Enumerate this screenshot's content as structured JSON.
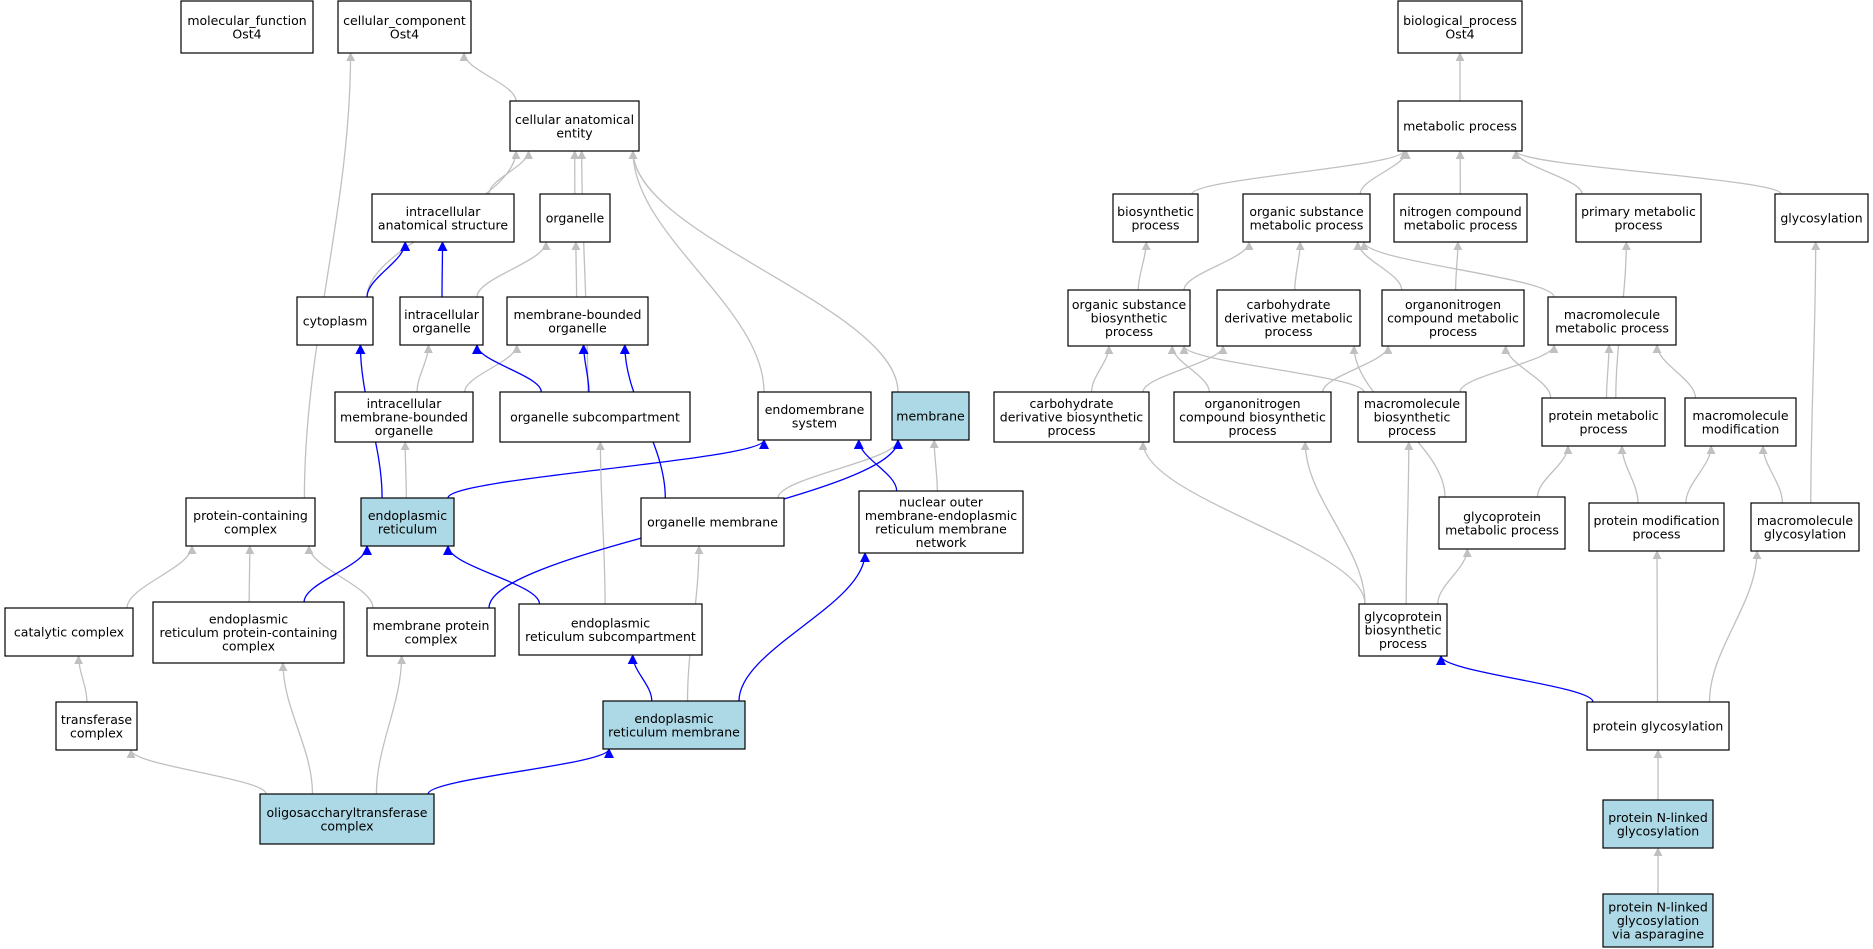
{
  "colors": {
    "highlight_fill": "#add8e6",
    "plain_fill": "#ffffff",
    "gray_edge": "#c0c0c0",
    "blue_edge": "#0000ff",
    "border": "#000000"
  },
  "nodes": {
    "mf": {
      "lines": [
        "molecular_function",
        "Ost4"
      ],
      "highlight": false
    },
    "cc": {
      "lines": [
        "cellular_component",
        "Ost4"
      ],
      "highlight": false
    },
    "bp": {
      "lines": [
        "biological_process",
        "Ost4"
      ],
      "highlight": false
    },
    "cae": {
      "lines": [
        "cellular anatomical",
        "entity"
      ],
      "highlight": false
    },
    "ias": {
      "lines": [
        "intracellular",
        "anatomical structure"
      ],
      "highlight": false
    },
    "organelle": {
      "lines": [
        "organelle"
      ],
      "highlight": false
    },
    "cytoplasm": {
      "lines": [
        "cytoplasm"
      ],
      "highlight": false
    },
    "io": {
      "lines": [
        "intracellular",
        "organelle"
      ],
      "highlight": false
    },
    "mbo": {
      "lines": [
        "membrane-bounded",
        "organelle"
      ],
      "highlight": false
    },
    "imbo": {
      "lines": [
        "intracellular",
        "membrane-bounded",
        "organelle"
      ],
      "highlight": false
    },
    "osc": {
      "lines": [
        "organelle subcompartment"
      ],
      "highlight": false
    },
    "ems": {
      "lines": [
        "endomembrane",
        "system"
      ],
      "highlight": false
    },
    "membrane": {
      "lines": [
        "membrane"
      ],
      "highlight": true
    },
    "pcc": {
      "lines": [
        "protein-containing",
        "complex"
      ],
      "highlight": false
    },
    "er": {
      "lines": [
        "endoplasmic",
        "reticulum"
      ],
      "highlight": true
    },
    "om": {
      "lines": [
        "organelle membrane"
      ],
      "highlight": false
    },
    "nom": {
      "lines": [
        "nuclear outer",
        "membrane-endoplasmic",
        "reticulum membrane",
        "network"
      ],
      "highlight": false
    },
    "cat": {
      "lines": [
        "catalytic complex"
      ],
      "highlight": false
    },
    "erpcc": {
      "lines": [
        "endoplasmic",
        "reticulum protein-containing",
        "complex"
      ],
      "highlight": false
    },
    "mpc": {
      "lines": [
        "membrane protein",
        "complex"
      ],
      "highlight": false
    },
    "ersc": {
      "lines": [
        "endoplasmic",
        "reticulum subcompartment"
      ],
      "highlight": false
    },
    "tc": {
      "lines": [
        "transferase",
        "complex"
      ],
      "highlight": false
    },
    "erm": {
      "lines": [
        "endoplasmic",
        "reticulum membrane"
      ],
      "highlight": true
    },
    "ost": {
      "lines": [
        "oligosaccharyltransferase",
        "complex"
      ],
      "highlight": true
    },
    "mp": {
      "lines": [
        "metabolic process"
      ],
      "highlight": false
    },
    "bsp": {
      "lines": [
        "biosynthetic",
        "process"
      ],
      "highlight": false
    },
    "osmp": {
      "lines": [
        "organic substance",
        "metabolic process"
      ],
      "highlight": false
    },
    "ncmp": {
      "lines": [
        "nitrogen compound",
        "metabolic process"
      ],
      "highlight": false
    },
    "pmp": {
      "lines": [
        "primary metabolic",
        "process"
      ],
      "highlight": false
    },
    "glyc": {
      "lines": [
        "glycosylation"
      ],
      "highlight": false
    },
    "osbp": {
      "lines": [
        "organic substance",
        "biosynthetic",
        "process"
      ],
      "highlight": false
    },
    "cdmp": {
      "lines": [
        "carbohydrate",
        "derivative metabolic",
        "process"
      ],
      "highlight": false
    },
    "oncmp": {
      "lines": [
        "organonitrogen",
        "compound metabolic",
        "process"
      ],
      "highlight": false
    },
    "mmp": {
      "lines": [
        "macromolecule",
        "metabolic process"
      ],
      "highlight": false
    },
    "cdbp": {
      "lines": [
        "carbohydrate",
        "derivative biosynthetic",
        "process"
      ],
      "highlight": false
    },
    "oncbp": {
      "lines": [
        "organonitrogen",
        "compound biosynthetic",
        "process"
      ],
      "highlight": false
    },
    "mbp": {
      "lines": [
        "macromolecule",
        "biosynthetic",
        "process"
      ],
      "highlight": false
    },
    "prmp": {
      "lines": [
        "protein metabolic",
        "process"
      ],
      "highlight": false
    },
    "mm": {
      "lines": [
        "macromolecule",
        "modification"
      ],
      "highlight": false
    },
    "gmp": {
      "lines": [
        "glycoprotein",
        "metabolic process"
      ],
      "highlight": false
    },
    "pmod": {
      "lines": [
        "protein modification",
        "process"
      ],
      "highlight": false
    },
    "mglyc": {
      "lines": [
        "macromolecule",
        "glycosylation"
      ],
      "highlight": false
    },
    "gbp": {
      "lines": [
        "glycoprotein",
        "biosynthetic",
        "process"
      ],
      "highlight": false
    },
    "pg": {
      "lines": [
        "protein glycosylation"
      ],
      "highlight": false
    },
    "png": {
      "lines": [
        "protein N-linked",
        "glycosylation"
      ],
      "highlight": true
    },
    "pnga": {
      "lines": [
        "protein N-linked",
        "glycosylation",
        "via asparagine"
      ],
      "highlight": true
    }
  },
  "edges": [
    {
      "from": "cae",
      "to": "cc",
      "kind": "is_a"
    },
    {
      "from": "pcc",
      "to": "cc",
      "kind": "is_a"
    },
    {
      "from": "ias",
      "to": "cae",
      "kind": "is_a"
    },
    {
      "from": "organelle",
      "to": "cae",
      "kind": "is_a"
    },
    {
      "from": "cytoplasm",
      "to": "cae",
      "kind": "is_a"
    },
    {
      "from": "osc",
      "to": "cae",
      "kind": "is_a"
    },
    {
      "from": "ems",
      "to": "cae",
      "kind": "is_a"
    },
    {
      "from": "membrane",
      "to": "cae",
      "kind": "is_a"
    },
    {
      "from": "cytoplasm",
      "to": "ias",
      "kind": "part_of"
    },
    {
      "from": "io",
      "to": "ias",
      "kind": "part_of"
    },
    {
      "from": "io",
      "to": "organelle",
      "kind": "is_a"
    },
    {
      "from": "mbo",
      "to": "organelle",
      "kind": "is_a"
    },
    {
      "from": "imbo",
      "to": "io",
      "kind": "is_a"
    },
    {
      "from": "imbo",
      "to": "mbo",
      "kind": "is_a"
    },
    {
      "from": "osc",
      "to": "io",
      "kind": "part_of"
    },
    {
      "from": "osc",
      "to": "mbo",
      "kind": "part_of"
    },
    {
      "from": "om",
      "to": "mbo",
      "kind": "part_of"
    },
    {
      "from": "er",
      "to": "cytoplasm",
      "kind": "part_of"
    },
    {
      "from": "er",
      "to": "imbo",
      "kind": "is_a"
    },
    {
      "from": "er",
      "to": "ems",
      "kind": "part_of"
    },
    {
      "from": "om",
      "to": "membrane",
      "kind": "is_a"
    },
    {
      "from": "nom",
      "to": "membrane",
      "kind": "is_a"
    },
    {
      "from": "nom",
      "to": "ems",
      "kind": "part_of"
    },
    {
      "from": "cat",
      "to": "pcc",
      "kind": "is_a"
    },
    {
      "from": "erpcc",
      "to": "pcc",
      "kind": "is_a"
    },
    {
      "from": "mpc",
      "to": "pcc",
      "kind": "is_a"
    },
    {
      "from": "erpcc",
      "to": "er",
      "kind": "part_of"
    },
    {
      "from": "ersc",
      "to": "er",
      "kind": "part_of"
    },
    {
      "from": "ersc",
      "to": "osc",
      "kind": "is_a"
    },
    {
      "from": "mpc",
      "to": "membrane",
      "kind": "part_of"
    },
    {
      "from": "tc",
      "to": "cat",
      "kind": "is_a"
    },
    {
      "from": "erm",
      "to": "ersc",
      "kind": "part_of"
    },
    {
      "from": "erm",
      "to": "nom",
      "kind": "part_of"
    },
    {
      "from": "erm",
      "to": "om",
      "kind": "is_a"
    },
    {
      "from": "ost",
      "to": "tc",
      "kind": "is_a"
    },
    {
      "from": "ost",
      "to": "erpcc",
      "kind": "is_a"
    },
    {
      "from": "ost",
      "to": "mpc",
      "kind": "is_a"
    },
    {
      "from": "ost",
      "to": "erm",
      "kind": "part_of"
    },
    {
      "from": "mp",
      "to": "bp",
      "kind": "is_a"
    },
    {
      "from": "bsp",
      "to": "mp",
      "kind": "is_a"
    },
    {
      "from": "osmp",
      "to": "mp",
      "kind": "is_a"
    },
    {
      "from": "ncmp",
      "to": "mp",
      "kind": "is_a"
    },
    {
      "from": "pmp",
      "to": "mp",
      "kind": "is_a"
    },
    {
      "from": "glyc",
      "to": "mp",
      "kind": "is_a"
    },
    {
      "from": "osbp",
      "to": "bsp",
      "kind": "is_a"
    },
    {
      "from": "osbp",
      "to": "osmp",
      "kind": "is_a"
    },
    {
      "from": "cdmp",
      "to": "osmp",
      "kind": "is_a"
    },
    {
      "from": "oncmp",
      "to": "osmp",
      "kind": "is_a"
    },
    {
      "from": "oncmp",
      "to": "ncmp",
      "kind": "is_a"
    },
    {
      "from": "mmp",
      "to": "osmp",
      "kind": "is_a"
    },
    {
      "from": "cdbp",
      "to": "osbp",
      "kind": "is_a"
    },
    {
      "from": "cdbp",
      "to": "cdmp",
      "kind": "is_a"
    },
    {
      "from": "oncbp",
      "to": "osbp",
      "kind": "is_a"
    },
    {
      "from": "oncbp",
      "to": "oncmp",
      "kind": "is_a"
    },
    {
      "from": "mbp",
      "to": "osbp",
      "kind": "is_a"
    },
    {
      "from": "mbp",
      "to": "mmp",
      "kind": "is_a"
    },
    {
      "from": "prmp",
      "to": "oncmp",
      "kind": "is_a"
    },
    {
      "from": "prmp",
      "to": "mmp",
      "kind": "is_a"
    },
    {
      "from": "prmp",
      "to": "pmp",
      "kind": "is_a"
    },
    {
      "from": "mm",
      "to": "mmp",
      "kind": "is_a"
    },
    {
      "from": "gmp",
      "to": "cdmp",
      "kind": "is_a"
    },
    {
      "from": "gmp",
      "to": "prmp",
      "kind": "is_a"
    },
    {
      "from": "pmod",
      "to": "prmp",
      "kind": "is_a"
    },
    {
      "from": "pmod",
      "to": "mm",
      "kind": "is_a"
    },
    {
      "from": "mglyc",
      "to": "mm",
      "kind": "is_a"
    },
    {
      "from": "mglyc",
      "to": "glyc",
      "kind": "is_a"
    },
    {
      "from": "gbp",
      "to": "cdbp",
      "kind": "is_a"
    },
    {
      "from": "gbp",
      "to": "oncbp",
      "kind": "is_a"
    },
    {
      "from": "gbp",
      "to": "mbp",
      "kind": "is_a"
    },
    {
      "from": "gbp",
      "to": "gmp",
      "kind": "is_a"
    },
    {
      "from": "pg",
      "to": "gbp",
      "kind": "part_of"
    },
    {
      "from": "pg",
      "to": "pmod",
      "kind": "is_a"
    },
    {
      "from": "pg",
      "to": "mglyc",
      "kind": "is_a"
    },
    {
      "from": "png",
      "to": "pg",
      "kind": "is_a"
    },
    {
      "from": "pnga",
      "to": "png",
      "kind": "is_a"
    }
  ]
}
